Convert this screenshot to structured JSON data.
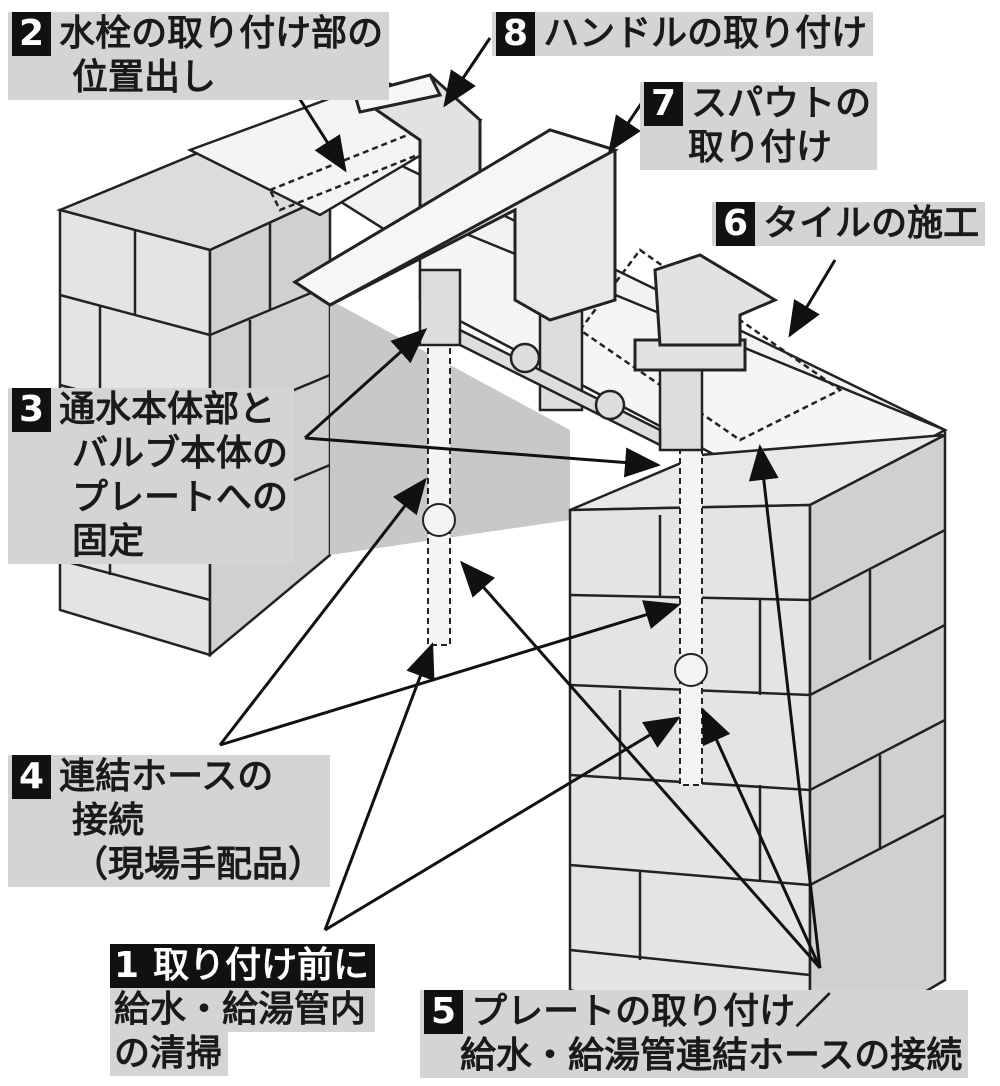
{
  "labels": {
    "step2": {
      "num": "2",
      "lines": [
        "水栓の取り付け部の",
        "位置出し"
      ]
    },
    "step8": {
      "num": "8",
      "lines": [
        "ハンドルの取り付け"
      ]
    },
    "step7": {
      "num": "7",
      "lines": [
        "スパウトの",
        "取り付け"
      ]
    },
    "step6": {
      "num": "6",
      "lines": [
        "タイルの施工"
      ]
    },
    "step3": {
      "num": "3",
      "lines": [
        "通水本体部と",
        "バルブ本体の",
        "プレートへの",
        "固定"
      ]
    },
    "step4": {
      "num": "4",
      "lines": [
        "連結ホースの",
        "接続",
        "（現場手配品）"
      ]
    },
    "step1": {
      "num": "1",
      "lines": [
        "取り付け前に",
        "給水・給湯管内",
        "の清掃"
      ]
    },
    "step5": {
      "num": "5",
      "lines": [
        "プレートの取り付け／",
        "給水・給湯管連結ホースの接続"
      ]
    }
  },
  "colors": {
    "wall": "#e6e6e6",
    "wall_dark": "#cfcfcf",
    "label_bg": "#d4d4d4",
    "ink": "#111111"
  },
  "icons": [
    "spout-icon",
    "handle-icon",
    "brick-wall-icon",
    "hose-icon",
    "valve-body-icon"
  ]
}
